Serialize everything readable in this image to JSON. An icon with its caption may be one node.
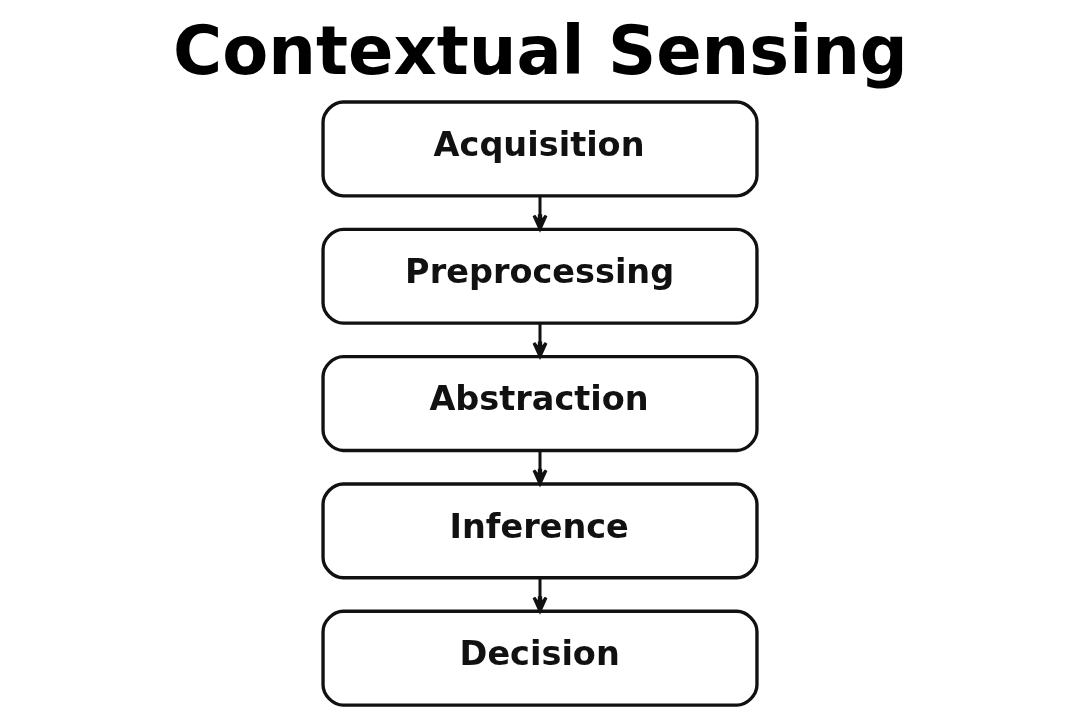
{
  "diagram": {
    "title": "Contextual Sensing",
    "nodes": [
      {
        "text": [
          "Acquisition"
        ]
      },
      {
        "text": [
          "Preprocessing"
        ]
      },
      {
        "text": [
          "Abstraction"
        ]
      },
      {
        "text": [
          "Inference"
        ]
      },
      {
        "text": [
          "Decision"
        ]
      }
    ],
    "edges": [
      {
        "from": 0,
        "to": 1,
        "arrow": "to"
      },
      {
        "from": 1,
        "to": 2,
        "arrow": "to"
      },
      {
        "from": 2,
        "to": 3,
        "arrow": "to"
      },
      {
        "from": 3,
        "to": 4,
        "arrow": "to"
      }
    ]
  }
}
